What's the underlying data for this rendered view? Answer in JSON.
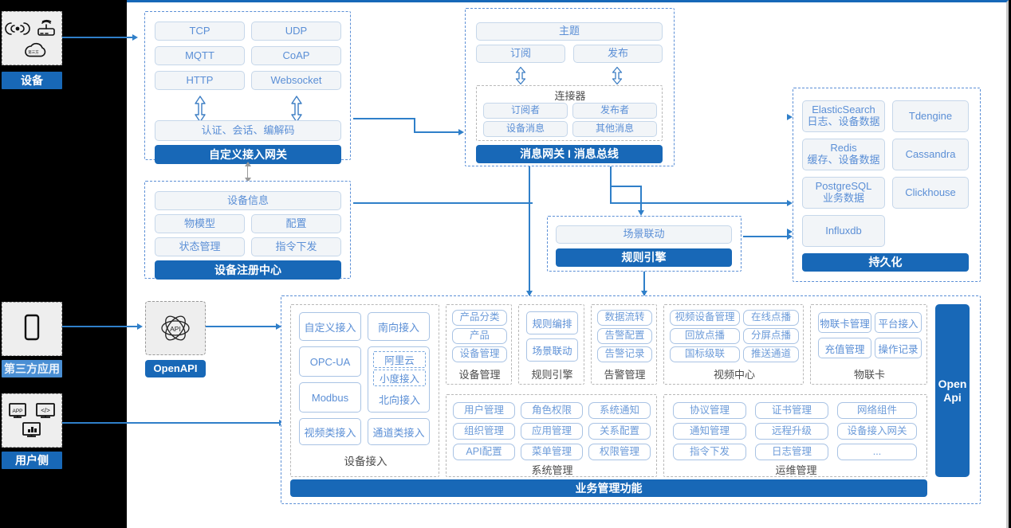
{
  "diagram": {
    "title": "IoT Platform Architecture",
    "colors": {
      "accent": "#1868b7",
      "line": "#2f7fc9",
      "chip_text": "#5b8fd6",
      "chip_bg": "#f2f5f8",
      "group_border": "#5b8fd6",
      "rail_bg": "#eeeeee"
    }
  },
  "rail": {
    "device": {
      "label": "设备",
      "icons": [
        "wireless-signal-icon",
        "router-icon",
        "cloud-icon"
      ]
    },
    "third_party": {
      "label": "第三方应用",
      "icons": [
        "mobile-phone-icon"
      ]
    },
    "user_side": {
      "label": "用户侧",
      "icons": [
        "app-window-icon",
        "code-window-icon",
        "dashboard-window-icon"
      ]
    }
  },
  "gateway": {
    "protocols": [
      "TCP",
      "UDP",
      "MQTT",
      "CoAP",
      "HTTP",
      "Websocket"
    ],
    "middle": "认证、会话、编解码",
    "bar": "自定义接入网关"
  },
  "message_bus": {
    "topic": "主题",
    "subscribe": "订阅",
    "publish": "发布",
    "connector": {
      "title": "连接器",
      "items": [
        "订阅者",
        "发布者",
        "设备消息",
        "其他消息"
      ]
    },
    "bar": "消息网关 I 消息总线"
  },
  "registry": {
    "header": "设备信息",
    "items": [
      "物模型",
      "配置",
      "状态管理",
      "指令下发"
    ],
    "bar": "设备注册中心"
  },
  "rule_engine": {
    "item": "场景联动",
    "bar": "规则引擎"
  },
  "persistence": {
    "stores": [
      {
        "name": "ElasticSearch",
        "sub": "日志、设备数据"
      },
      {
        "name": "Tdengine",
        "sub": ""
      },
      {
        "name": "Redis",
        "sub": "缓存、设备数据"
      },
      {
        "name": "Cassandra",
        "sub": ""
      },
      {
        "name": "PostgreSQL",
        "sub": "业务数据"
      },
      {
        "name": "Clickhouse",
        "sub": ""
      },
      {
        "name": "Influxdb",
        "sub": ""
      }
    ],
    "bar": "持久化"
  },
  "openapi": {
    "badge": "OpenAPI",
    "icon": "api-atom-icon",
    "side_bar": "Open Api"
  },
  "business": {
    "bar": "业务管理功能",
    "device_access": {
      "caption": "设备接入",
      "items": [
        "自定义接入",
        "南向接入",
        "OPC-UA",
        "Modbus",
        "视频类接入",
        "通道类接入"
      ],
      "north": {
        "label": "北向接入",
        "nested": [
          "阿里云",
          "小度接入"
        ]
      }
    },
    "panels": [
      {
        "caption": "设备管理",
        "items": [
          "产品分类",
          "产品",
          "设备管理"
        ],
        "cols": 1
      },
      {
        "caption": "规则引擎",
        "items": [
          "规则编排",
          "场景联动"
        ],
        "cols": 1
      },
      {
        "caption": "告警管理",
        "items": [
          "数据流转",
          "告警配置",
          "告警记录"
        ],
        "cols": 1
      },
      {
        "caption": "视频中心",
        "items": [
          "视频设备管理",
          "在线点播",
          "回放点播",
          "分屏点播",
          "国标级联",
          "推送通道"
        ],
        "cols": 2
      },
      {
        "caption": "物联卡",
        "items": [
          "物联卡管理",
          "平台接入",
          "充值管理",
          "操作记录"
        ],
        "cols": 2
      },
      {
        "caption": "系统管理",
        "items": [
          "用户管理",
          "角色权限",
          "系统通知",
          "组织管理",
          "应用管理",
          "关系配置",
          "API配置",
          "菜单管理",
          "权限管理"
        ],
        "cols": 3
      },
      {
        "caption": "运维管理",
        "items": [
          "协议管理",
          "证书管理",
          "网络组件",
          "通知管理",
          "远程升级",
          "设备接入网关",
          "指令下发",
          "日志管理",
          "..."
        ],
        "cols": 3
      }
    ]
  }
}
